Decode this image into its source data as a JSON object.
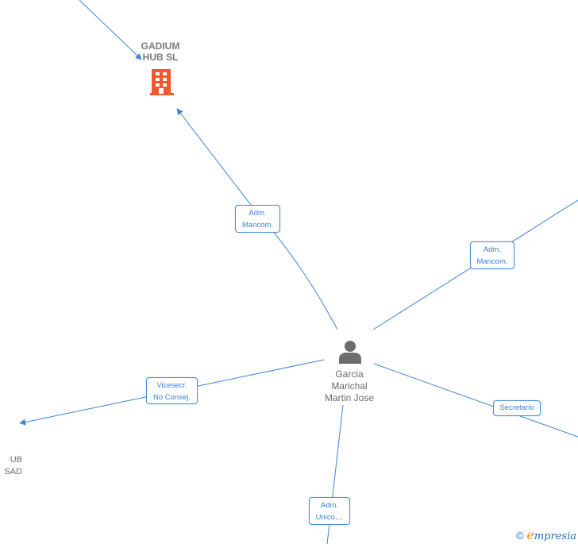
{
  "colors": {
    "edge": "#3f83d9",
    "company_icon": "#f2582a",
    "person_icon": "#6d6d6d",
    "label_text": "#6b6b6b",
    "edge_label_text": "#3b7fd6"
  },
  "nodes": {
    "center_person": {
      "name_line1": "Garcia",
      "name_line2": "Marichal",
      "name_line3": "Martin Jose",
      "icon": "person-icon"
    },
    "company_top": {
      "name_line1": "GADIUM",
      "name_line2": "HUB  SL",
      "icon": "building-icon"
    },
    "company_left": {
      "name_line1": "UB",
      "name_line2": "SAD"
    }
  },
  "edges": {
    "top": {
      "label_line1": "Adm.",
      "label_line2": "Mancom."
    },
    "right_upper": {
      "label_line1": "Adm.",
      "label_line2": "Mancom."
    },
    "left": {
      "label_line1": "Vicesecr.",
      "label_line2": "No Consej."
    },
    "right_lower": {
      "label_line1": "Secretario"
    },
    "bottom": {
      "label_line1": "Adm.",
      "label_line2": "Unico,..."
    }
  },
  "watermark": {
    "copyright": "©",
    "brand_initial": "e",
    "brand_rest": "mpresia"
  }
}
